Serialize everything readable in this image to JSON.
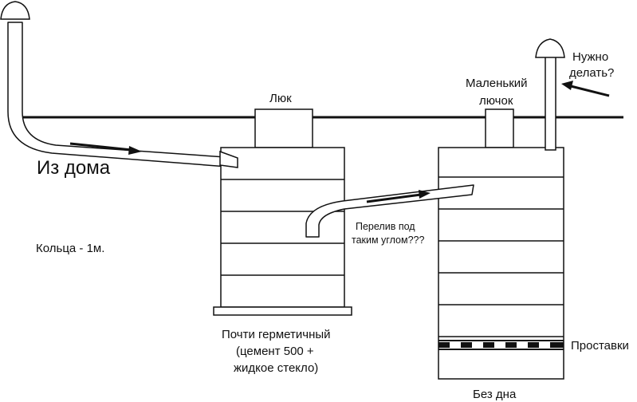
{
  "labels": {
    "from_house": "Из дома",
    "rings": "Кольца - 1м.",
    "hatch": "Люк",
    "small_hatch_line1": "Маленький",
    "small_hatch_line2": "лючок",
    "need_line1": "Нужно",
    "need_line2": "делать?",
    "overflow_line1": "Перелив под",
    "overflow_line2": "таким углом???",
    "sealed_line1": "Почти герметичный",
    "sealed_line2": "(цемент 500 +",
    "sealed_line3": "жидкое стекло)",
    "spacers": "Проставки",
    "no_bottom": "Без дна"
  },
  "colors": {
    "stroke": "#111111",
    "fill": "#ffffff"
  }
}
